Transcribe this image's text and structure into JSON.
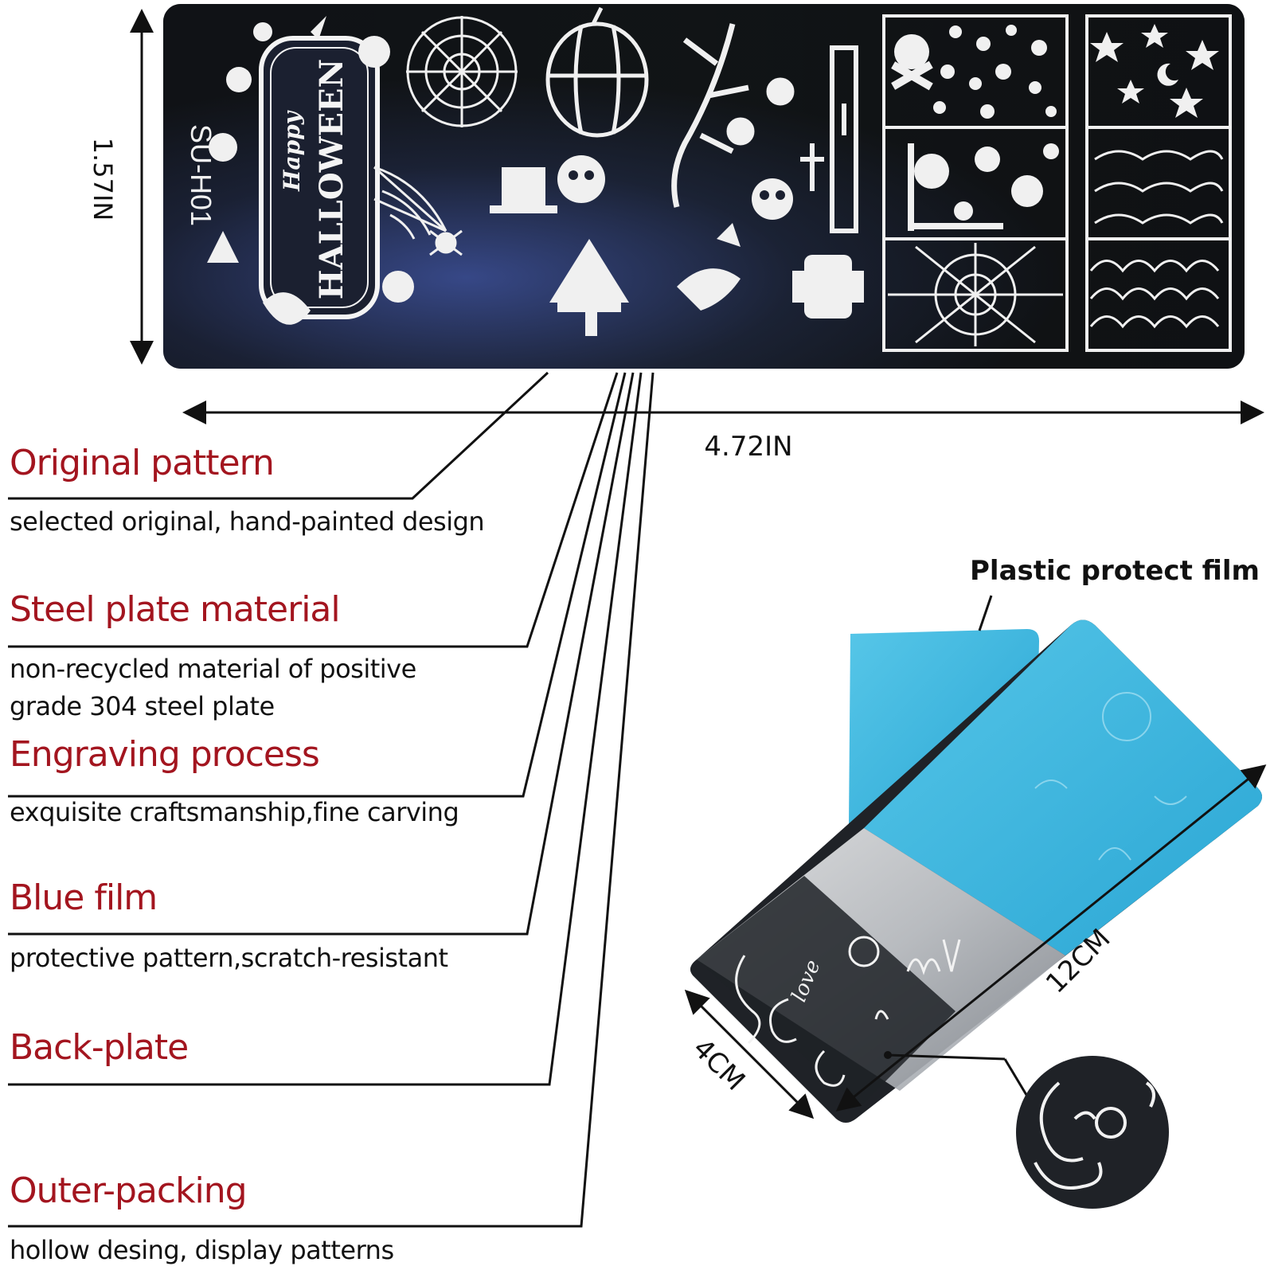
{
  "plate": {
    "model_code": "SU-H01",
    "happy_text": "Happy",
    "halloween_text": "HALLOWEEN",
    "height_label": "1.57IN",
    "width_label": "4.72IN"
  },
  "features": [
    {
      "title": "Original pattern",
      "desc": [
        "selected original, hand-painted design"
      ]
    },
    {
      "title": "Steel plate material",
      "desc": [
        "non-recycled material of positive",
        "grade 304 steel plate"
      ]
    },
    {
      "title": "Engraving process",
      "desc": [
        "exquisite craftsmanship,fine carving"
      ]
    },
    {
      "title": "Blue film",
      "desc": [
        "protective pattern,scratch-resistant"
      ]
    },
    {
      "title": "Back-plate",
      "desc": []
    },
    {
      "title": "Outer-packing",
      "desc": [
        "hollow desing, display patterns"
      ]
    }
  ],
  "photo": {
    "callout": "Plastic protect film",
    "length_label": "12CM",
    "width_label": "4CM",
    "film_text": "love"
  },
  "colors": {
    "title_red": "#a3151f",
    "film_blue": "#3fb8de",
    "plate_dark": "#1f2227",
    "steel": "#d8dadc"
  }
}
